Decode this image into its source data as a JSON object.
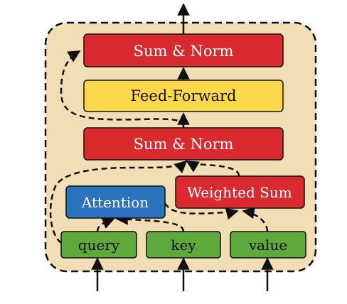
{
  "blocks": {
    "sum_norm_top": "Sum & Norm",
    "feed_forward": "Feed-Forward",
    "sum_norm_mid": "Sum & Norm",
    "attention": "Attention",
    "weighted_sum": "Weighted Sum",
    "query": "query",
    "key": "key",
    "value": "value"
  },
  "colors": {
    "container_fill": "#f2deb5",
    "sum_norm": "#d92b2f",
    "feed_forward": "#fdd84a",
    "attention": "#2c73bf",
    "weighted_sum": "#d92b2f",
    "input": "#5fa83b",
    "stroke": "#111111"
  }
}
